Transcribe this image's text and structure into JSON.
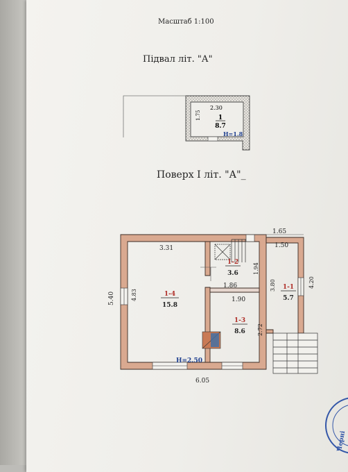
{
  "scale_label": "Масштаб 1:100",
  "basement": {
    "title": "Підвал літ. \"А\"",
    "width_dim": "2.30",
    "height_dim": "1.75",
    "room_no": "1",
    "room_area": "8.7",
    "ceiling": "Н=1.8"
  },
  "floor1": {
    "title": "Поверх  І  літ. \"А\"_",
    "dims": {
      "top_1_65": "1.65",
      "top_1_50": "1.50",
      "d_3_31": "3.31",
      "d_1_94": "1.94",
      "d_3_80": "3.80",
      "d_4_20": "4.20",
      "d_5_40": "5.40",
      "d_4_83": "4.83",
      "d_1_86": "1.86",
      "d_1_90": "1.90",
      "d_2_72": "2.72",
      "d_6_05": "6.05"
    },
    "rooms": [
      {
        "no": "1-4",
        "area": "15.8"
      },
      {
        "no": "1-2",
        "area": "3.6"
      },
      {
        "no": "1-3",
        "area": "8.6"
      },
      {
        "no": "1-1",
        "area": "5.7"
      }
    ],
    "ceiling": "Н=2.50"
  },
  "stamp": {
    "text": "Черні"
  },
  "colors": {
    "wall": "#d9a990",
    "red_label": "#b0302a",
    "blue_label": "#1f3f8f"
  }
}
